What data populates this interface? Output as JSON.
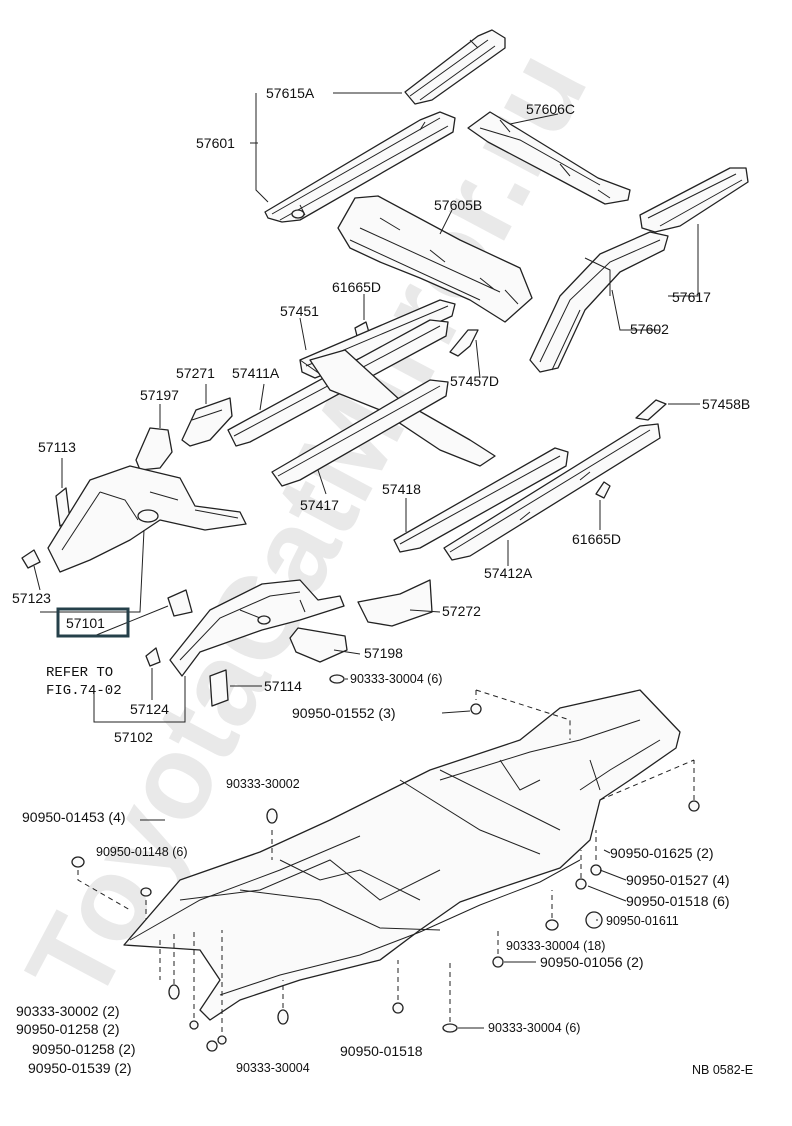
{
  "watermark": "ToyotaCatMirror.ru",
  "diagram_code": "NB 0582-E",
  "refer_note": {
    "line1": "REFER TO",
    "line2": "FIG.74-02"
  },
  "highlight_color": "#25404a",
  "parts": {
    "p57615A": "57615A",
    "p57601": "57601",
    "p57606C": "57606C",
    "p57605B": "57605B",
    "p61665D_top": "61665D",
    "p57451": "57451",
    "p57617": "57617",
    "p57602": "57602",
    "p57271": "57271",
    "p57411A": "57411A",
    "p57457D": "57457D",
    "p57197": "57197",
    "p57458B": "57458B",
    "p57113": "57113",
    "p57417": "57417",
    "p57418": "57418",
    "p61665D_mid": "61665D",
    "p57123": "57123",
    "p57412A": "57412A",
    "p57101": "57101",
    "p57272": "57272",
    "p57198": "57198",
    "p90333_30004_6_top": "90333-30004 (6)",
    "p57114": "57114",
    "p90950_01552": "90950-01552 (3)",
    "p57124": "57124",
    "p57102": "57102",
    "p90333_30002": "90333-30002",
    "p90950_01453": "90950-01453 (4)",
    "p90950_01148": "90950-01148 (6)",
    "p90950_01625": "90950-01625 (2)",
    "p90950_01527": "90950-01527 (4)",
    "p90950_01518_6": "90950-01518 (6)",
    "p90950_01611": "90950-01611",
    "p90333_30004_18": "90333-30004 (18)",
    "p90950_01056": "90950-01056 (2)",
    "p90333_30002_2": "90333-30002 (2)",
    "p90950_01258_a": "90950-01258 (2)",
    "p90950_01258_b": "90950-01258 (2)",
    "p90950_01539": "90950-01539 (2)",
    "p90950_01518": "90950-01518",
    "p90333_30004_6_bot": "90333-30004 (6)",
    "p90333_30004": "90333-30004"
  }
}
